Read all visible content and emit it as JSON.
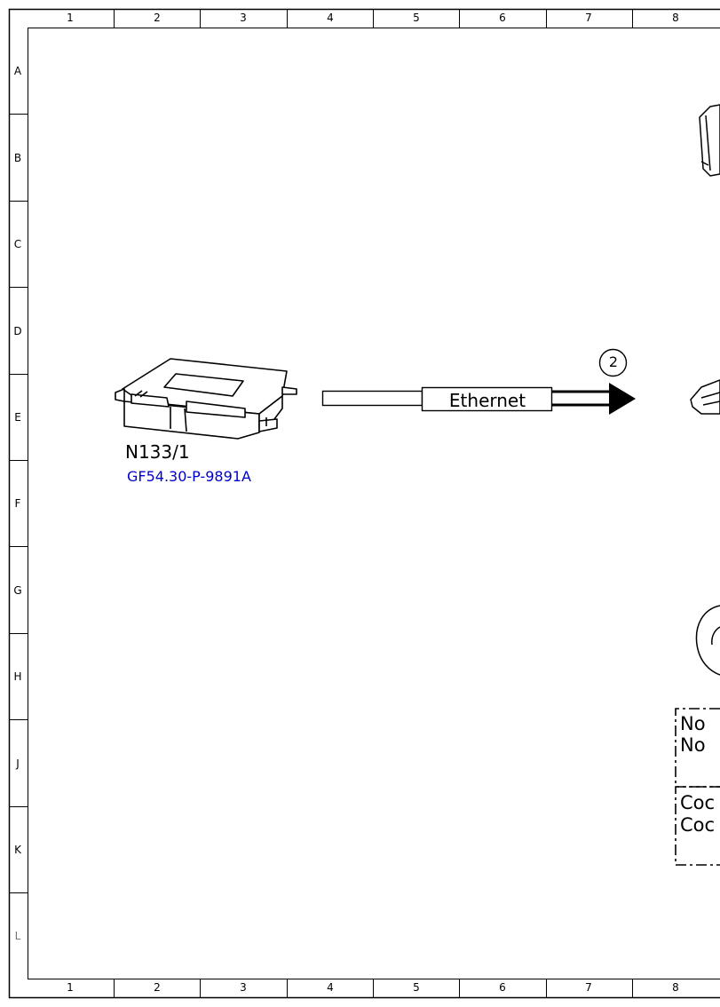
{
  "grid": {
    "columns": [
      "1",
      "2",
      "3",
      "4",
      "5",
      "6",
      "7",
      "8"
    ],
    "rows": [
      "A",
      "B",
      "C",
      "D",
      "E",
      "F",
      "G",
      "H",
      "J",
      "K",
      "L"
    ],
    "colors": {
      "rows_normal": "#000000",
      "row_last": "#777777"
    }
  },
  "component": {
    "name": "N133/1",
    "reference": "GF54.30-P-9891A",
    "reference_color": "#0000cc"
  },
  "connection": {
    "label": "Ethernet",
    "callout": "2"
  },
  "notes": {
    "line1": "No",
    "line2": "No",
    "line3": "Coc",
    "line4": "Coc"
  }
}
